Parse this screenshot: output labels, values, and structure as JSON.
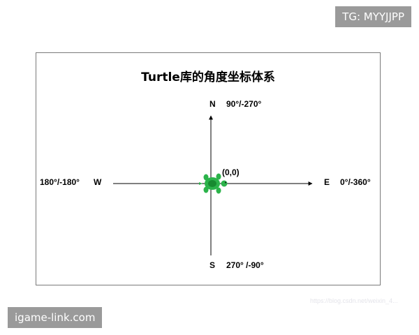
{
  "badges": {
    "top_right": "TG: MYYJJPP",
    "bottom_left": "igame-link.com"
  },
  "diagram": {
    "title": "Turtle库的角度坐标体系",
    "north": {
      "letter": "N",
      "angle": "90°/-270°"
    },
    "south": {
      "letter": "S",
      "angle": "270° /-90°"
    },
    "east": {
      "letter": "E",
      "angle": "0°/-360°"
    },
    "west": {
      "letter": "W",
      "angle": "180°/-180°"
    },
    "origin_label": "(0,0)",
    "turtle_color": "#2bb34a",
    "turtle_dark": "#178a30"
  },
  "watermark": "https://blog.csdn.net/weixin_4..."
}
